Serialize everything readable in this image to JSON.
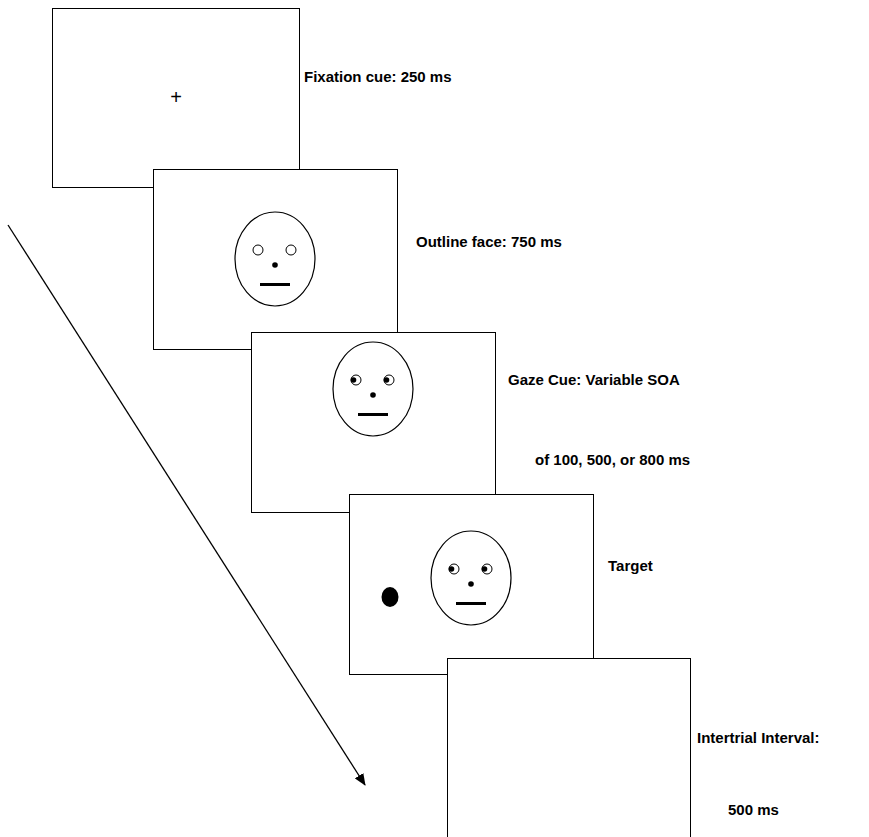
{
  "diagram": {
    "nodes": [
      {
        "text": [
          "+",
          "Fixation cue: 250 ms"
        ]
      },
      {
        "text": [
          "Outline face: 750 ms"
        ]
      },
      {
        "text": [
          "Gaze Cue: Variable SOA",
          "of 100, 500, or 800 ms"
        ]
      },
      {
        "text": [
          "Target"
        ]
      },
      {
        "text": [
          "Intertrial Interval:",
          "500 ms"
        ]
      }
    ]
  }
}
